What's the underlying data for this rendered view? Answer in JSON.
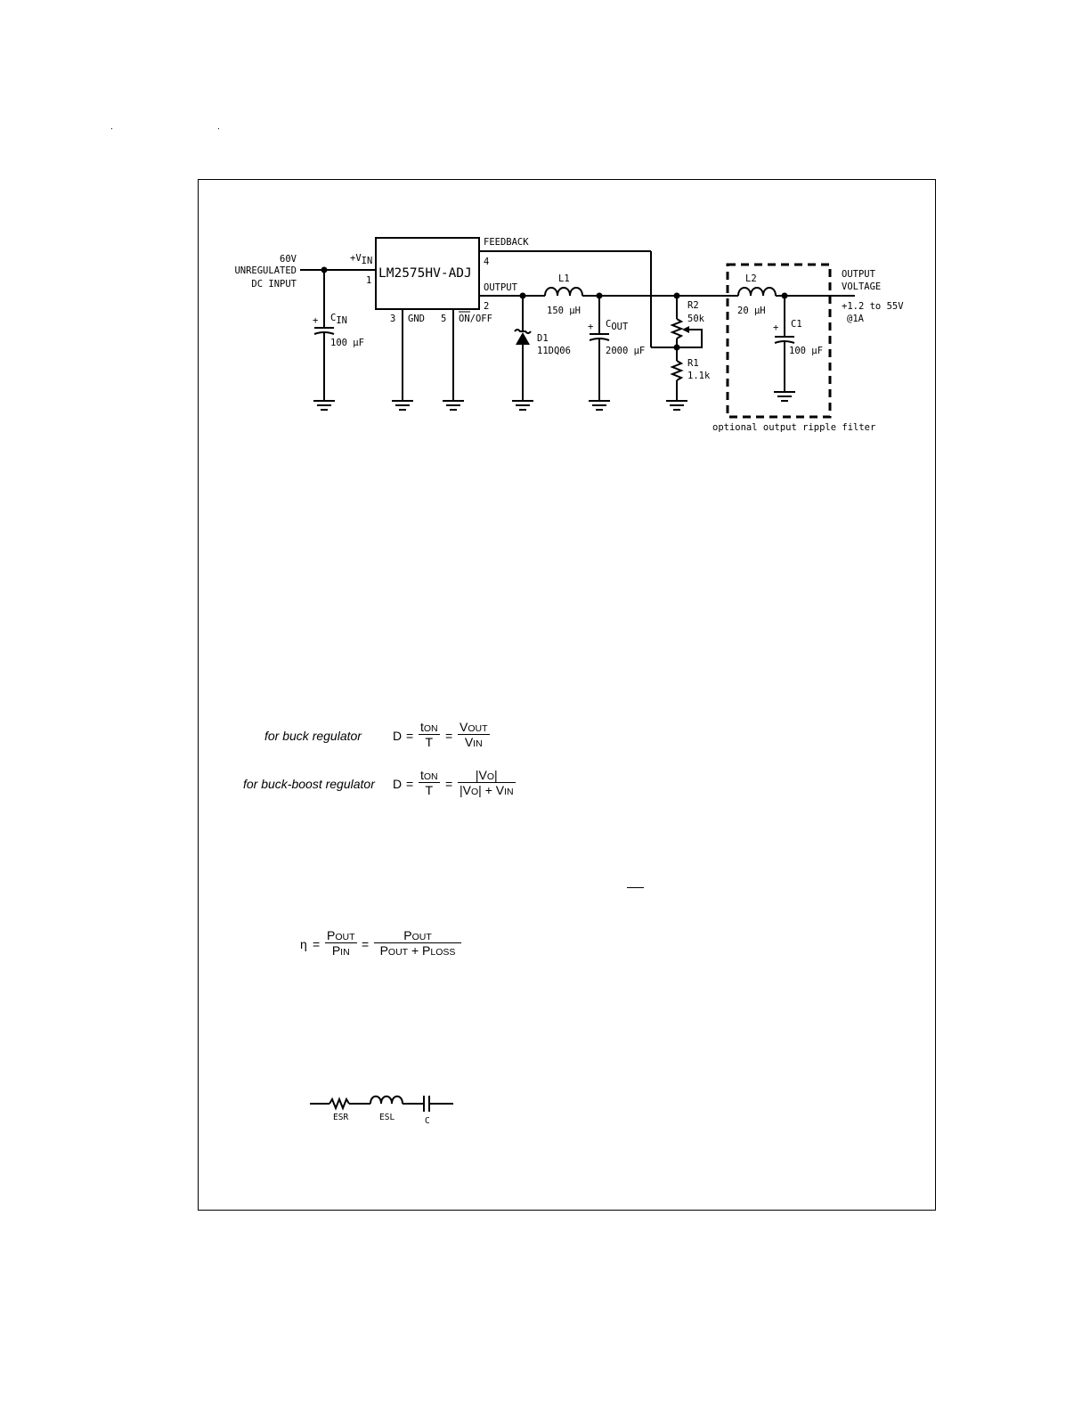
{
  "schematic": {
    "input_voltage": "60V",
    "input_desc_1": "UNREGULATED",
    "input_desc_2": "DC INPUT",
    "vin_pin_label": "+V",
    "vin_pin_sub": "IN",
    "pin1": "1",
    "chip_name": "LM2575HV-ADJ",
    "feedback_label": "FEEDBACK",
    "pin4": "4",
    "output_label": "OUTPUT",
    "pin2": "2",
    "pin3": "3",
    "gnd_label": "GND",
    "pin5": "5",
    "onoff_label": "ON/OFF",
    "cin_label": "C",
    "cin_sub": "IN",
    "cin_value": "100 µF",
    "l1_label": "L1",
    "l1_value": "150 µH",
    "d1_label": "D1",
    "d1_value": "11DQ06",
    "cout_label": "C",
    "cout_sub": "OUT",
    "cout_value": "2000 µF",
    "r2_label": "R2",
    "r2_value": "50k",
    "r1_label": "R1",
    "r1_value": "1.1k",
    "l2_label": "L2",
    "l2_value": "20 µH",
    "c1_label": "C1",
    "c1_value": "100 µF",
    "out_title_1": "OUTPUT",
    "out_title_2": "VOLTAGE",
    "out_range": "+1.2 to 55V",
    "out_current": "@1A",
    "filter_caption": "optional output ripple filter",
    "plus": "+"
  },
  "equations": {
    "buck_label": "for buck regulator",
    "buckboost_label": "for buck-boost regulator",
    "D": "D",
    "eq": "=",
    "t": "t",
    "ON": "ON",
    "T": "T",
    "V": "V",
    "OUT": "OUT",
    "IN": "IN",
    "abs_vo_open": "|V",
    "O": "O",
    "abs_close": "|",
    "plus_vin": "+ V",
    "eta": "η",
    "P": "P",
    "LOSS": "LOSS",
    "plus_p": "+ P"
  },
  "esr_model": {
    "esr": "ESR",
    "esl": "ESL",
    "c": "C"
  }
}
